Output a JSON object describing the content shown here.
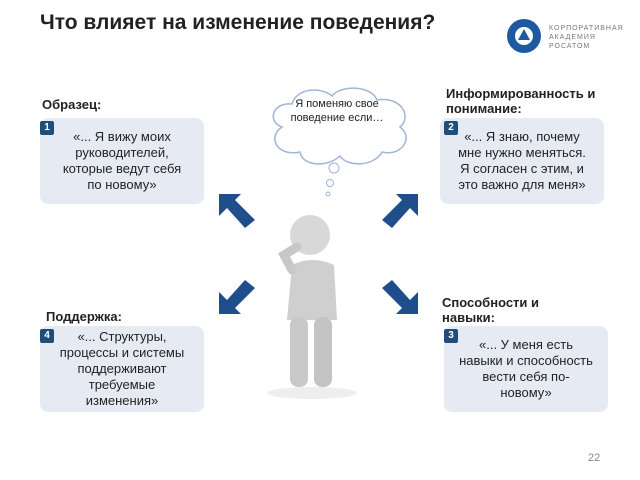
{
  "title": "Что влияет на изменение поведения?",
  "logo": {
    "lines": [
      "КОРПОРАТИВНАЯ",
      "АКАДЕМИЯ",
      "РОСАТОМ"
    ]
  },
  "thought": "Я поменяю свое поведение если…",
  "quadrants": [
    {
      "number": "1",
      "label": "Образец:",
      "text": "«... Я вижу моих руководителей, которые ведут себя по новому»"
    },
    {
      "number": "2",
      "label": "Информированность и понимание:",
      "text": "«... Я знаю, почему мне нужно меняться. Я согласен с этим, и это важно для меня»"
    },
    {
      "number": "3",
      "label": "Способности и навыки:",
      "text": "«... У меня есть навыки и способность вести себя по-новому»"
    },
    {
      "number": "4",
      "label": "Поддержка:",
      "text": "«... Структуры, процессы и системы поддерживают требуемые изменения»"
    }
  ],
  "page_number": "22",
  "colors": {
    "box": "#e6ebf3",
    "badge": "#1f4e79",
    "arrow": "#1f4e8c"
  }
}
